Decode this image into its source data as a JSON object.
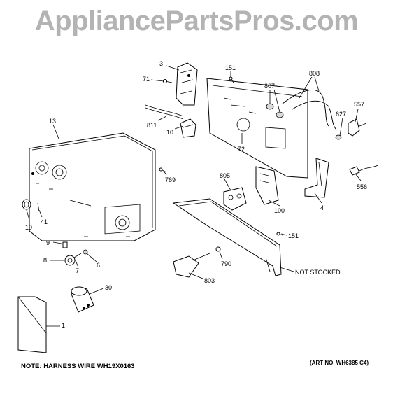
{
  "watermark": "AppliancePartsPros.com",
  "note": "NOTE: HARNESS WIRE WH19X0163",
  "art_no": "(ART NO. WH6385 C4)",
  "callouts": {
    "c3": "3",
    "c71": "71",
    "c151a": "151",
    "c808": "808",
    "c807": "807",
    "c811": "811",
    "c10": "10",
    "c72": "72",
    "c627": "627",
    "c557": "557",
    "c13": "13",
    "c769": "769",
    "c805": "805",
    "c556": "556",
    "c4": "4",
    "c100": "100",
    "c19": "19",
    "c41": "41",
    "c151b": "151",
    "c9": "9",
    "c8": "8",
    "c7": "7",
    "c6": "6",
    "c790": "790",
    "c803": "803",
    "not_stocked": "NOT STOCKED",
    "c30": "30",
    "c1": "1"
  }
}
